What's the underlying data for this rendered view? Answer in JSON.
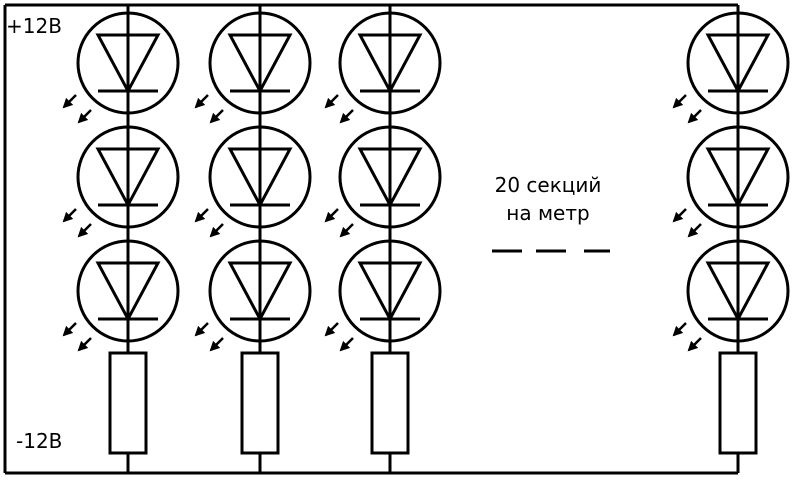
{
  "diagram": {
    "type": "led-strip-schematic",
    "labels": {
      "positive_rail": "+12В",
      "negative_rail": "-12В",
      "note_line1": "20 секций",
      "note_line2": "на метр"
    },
    "sections_drawn": 4,
    "leds_per_section": 3,
    "resistors_per_section": 1,
    "elided_between_sections": true,
    "colors": {
      "line": "#000000",
      "background": "#ffffff"
    },
    "icons": [
      "led-diode-icon",
      "light-emission-arrows-icon",
      "resistor-icon"
    ]
  }
}
